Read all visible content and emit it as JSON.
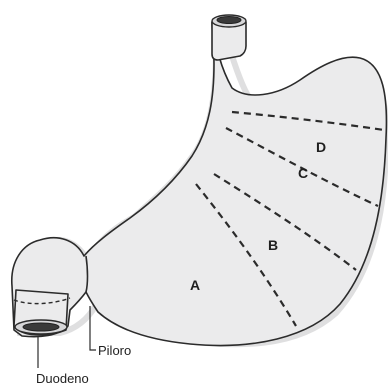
{
  "regions": {
    "a": "A",
    "b": "B",
    "c": "C",
    "d": "D"
  },
  "annotations": {
    "pylorus": "Piloro",
    "duodenum": "Duodeno"
  }
}
